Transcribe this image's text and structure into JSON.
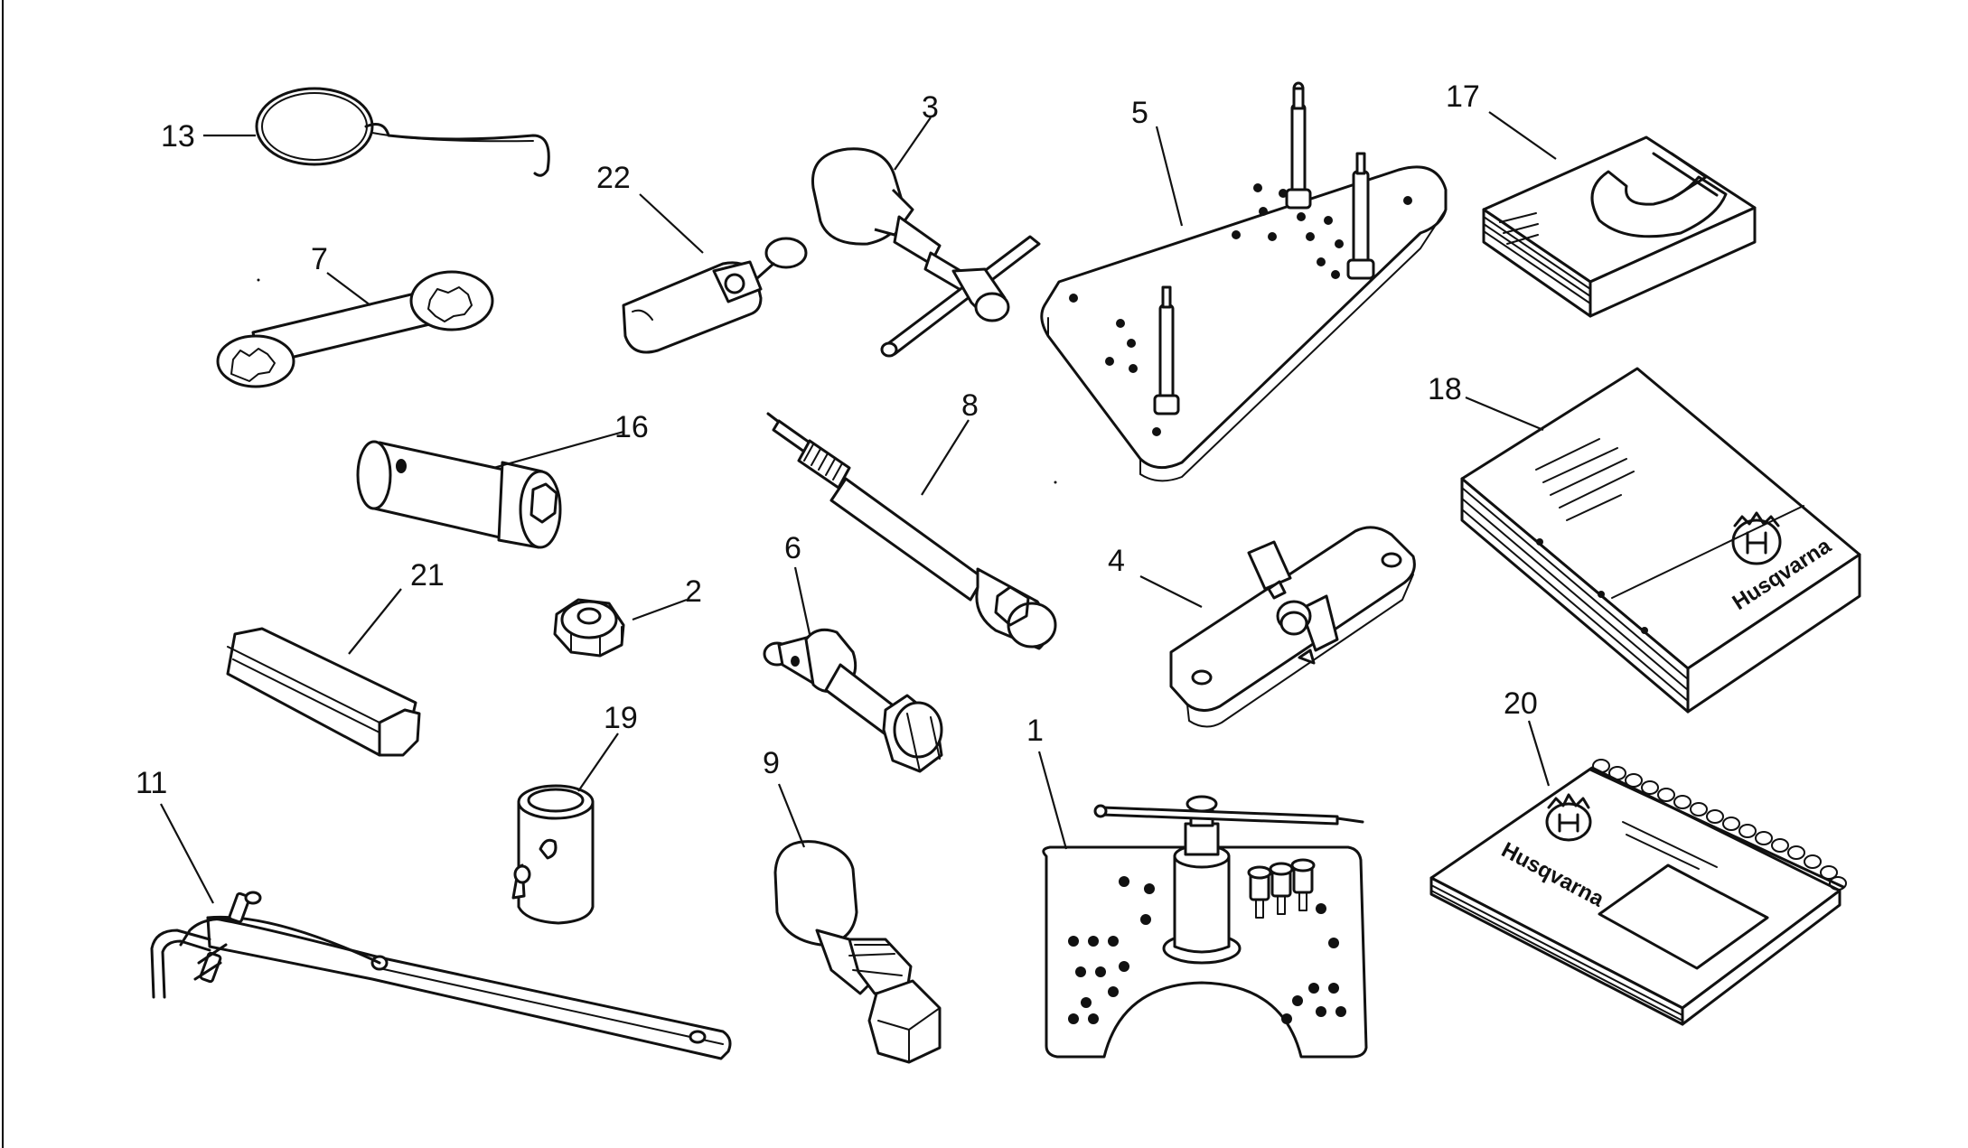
{
  "callouts": {
    "c1": "1",
    "c2": "2",
    "c3": "3",
    "c4": "4",
    "c5": "5",
    "c6": "6",
    "c7": "7",
    "c8": "8",
    "c9": "9",
    "c11": "11",
    "c13": "13",
    "c16": "16",
    "c17": "17",
    "c18": "18",
    "c19": "19",
    "c20": "20",
    "c21": "21",
    "c22": "22"
  },
  "brand": {
    "book18": "Husqvarna",
    "book20": "Husqvarna"
  },
  "icons": {
    "logo": "husqvarna-crown-logo"
  }
}
